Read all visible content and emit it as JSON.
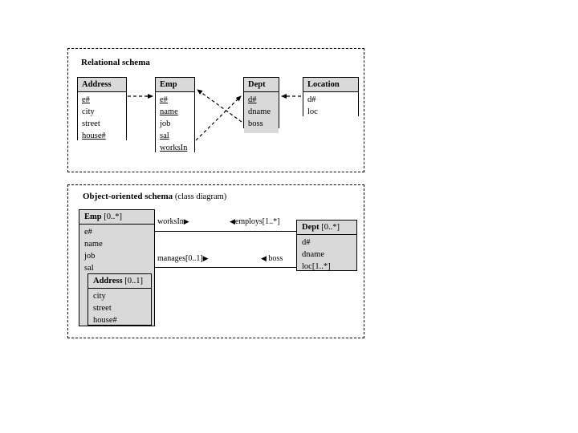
{
  "sections": {
    "relational": {
      "title": "Relational schema",
      "subtitle": "",
      "tables": [
        {
          "name": "Address",
          "attributes": [
            {
              "text": "e#",
              "key": true
            },
            {
              "text": "city",
              "key": false
            },
            {
              "text": "street",
              "key": false
            },
            {
              "text": "house#",
              "key": true
            }
          ]
        },
        {
          "name": "Emp",
          "attributes": [
            {
              "text": "e#",
              "key": true
            },
            {
              "text": "name",
              "key": true
            },
            {
              "text": "job",
              "key": false
            },
            {
              "text": "sal",
              "key": true
            },
            {
              "text": "worksIn",
              "key": true
            }
          ]
        },
        {
          "name": "Dept",
          "attributes": [
            {
              "text": "d#",
              "key": true
            },
            {
              "text": "dname",
              "key": false
            },
            {
              "text": "boss",
              "key": false
            }
          ]
        },
        {
          "name": "Location",
          "attributes": [
            {
              "text": "d#",
              "key": false
            },
            {
              "text": "loc",
              "key": false
            }
          ]
        }
      ],
      "references": [
        {
          "from": "Address.e#",
          "to": "Emp.e#",
          "style": "dashed-arrow"
        },
        {
          "from": "Emp.worksIn",
          "to": "Dept.d#",
          "style": "dashed-arrow"
        },
        {
          "from": "Dept.boss",
          "to": "Emp.e#",
          "style": "dashed-arrow"
        },
        {
          "from": "Location.d#",
          "to": "Dept.d#",
          "style": "dashed-arrow"
        }
      ]
    },
    "oo": {
      "title": "Object-oriented schema",
      "subtitle": "(class diagram)",
      "classes": [
        {
          "name": "Emp",
          "multiplicity": "[0..*]",
          "attributes": [
            "e#",
            "name",
            "job",
            "sal"
          ],
          "nested": {
            "name": "Address",
            "multiplicity": "[0..1]",
            "attributes": [
              "city",
              "street",
              "house#"
            ]
          }
        },
        {
          "name": "Dept",
          "multiplicity": "[0..*]",
          "attributes": [
            "d#",
            "dname",
            "loc[1..*]"
          ]
        }
      ],
      "associations": [
        {
          "source_role": "worksIn",
          "source_arrow": "right-triangle",
          "target_role": "employs[1..*]",
          "target_arrow": "left-triangle"
        },
        {
          "source_role": "manages[0..1]",
          "source_arrow": "right-triangle",
          "target_role": "boss",
          "target_arrow": "left-triangle"
        }
      ]
    }
  },
  "colors": {
    "header_fill": "#d9d9d9",
    "body_fill": "#d9d9d9",
    "plain_fill": "#ffffff",
    "stroke": "#000000",
    "background": "#ffffff"
  },
  "glyphs": {
    "arrow_right": "▶",
    "arrow_left": "◀"
  }
}
